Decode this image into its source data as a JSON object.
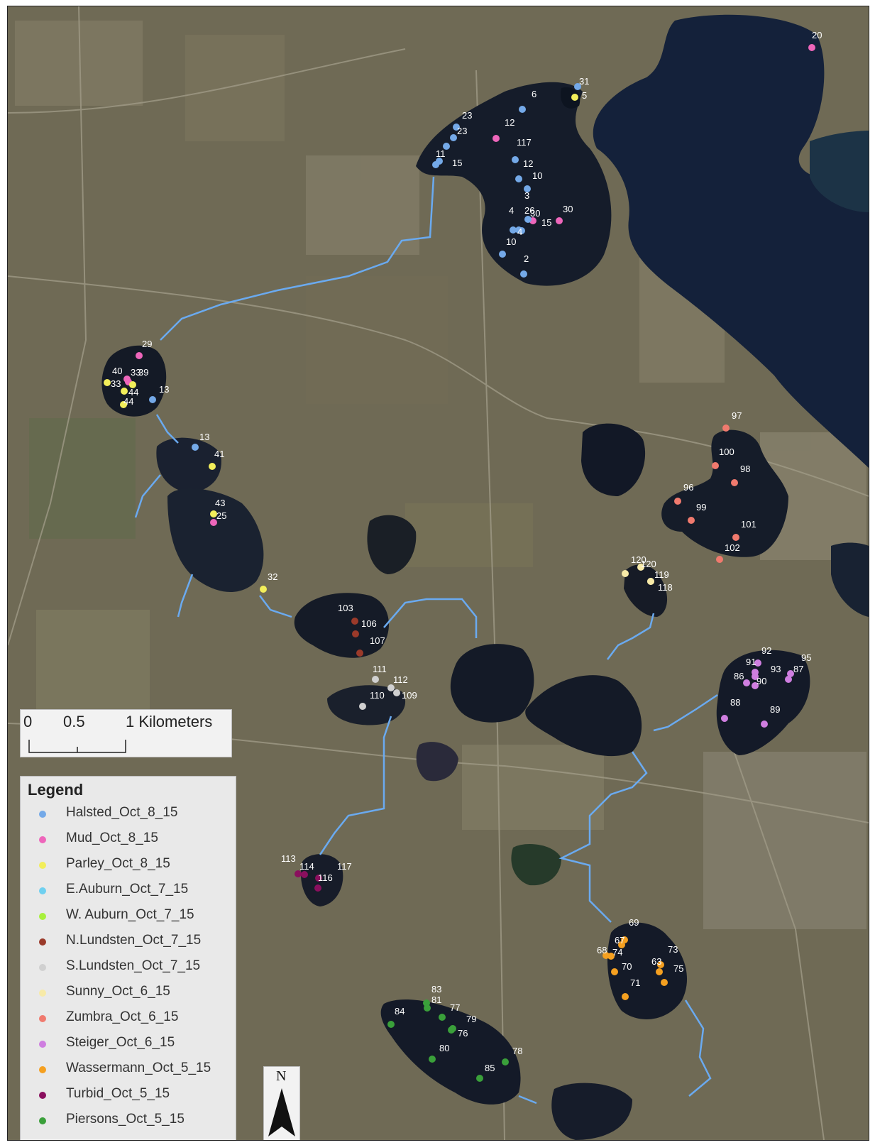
{
  "colors": {
    "halsted": "#74a9e8",
    "mud": "#ee66bb",
    "parley": "#f2ee5a",
    "eauburn": "#6fd0f0",
    "wauburn": "#a8f03c",
    "nlundsten": "#9a3a2a",
    "slundsten": "#d0d0d0",
    "sunny": "#f7eaa8",
    "zumbra": "#f07a6e",
    "steiger": "#cf7ee0",
    "wassermann": "#f5a020",
    "turbid": "#8a0f5e",
    "piersons": "#3aa03a",
    "river": "#6aaaf0"
  },
  "scale_bar": {
    "ticks": [
      "0",
      "0.5",
      "1 Kilometers"
    ]
  },
  "legend": {
    "title": "Legend",
    "items": [
      {
        "label": "Halsted_Oct_8_15",
        "color": "#74a9e8"
      },
      {
        "label": "Mud_Oct_8_15",
        "color": "#ee66bb"
      },
      {
        "label": "Parley_Oct_8_15",
        "color": "#f2ee5a"
      },
      {
        "label": "E.Auburn_Oct_7_15",
        "color": "#6fd0f0"
      },
      {
        "label": "W. Auburn_Oct_7_15",
        "color": "#a8f03c"
      },
      {
        "label": "N.Lundsten_Oct_7_15",
        "color": "#9a3a2a"
      },
      {
        "label": "S.Lundsten_Oct_7_15",
        "color": "#d0d0d0"
      },
      {
        "label": "Sunny_Oct_6_15",
        "color": "#f7eaa8"
      },
      {
        "label": "Zumbra_Oct_6_15",
        "color": "#f07a6e"
      },
      {
        "label": "Steiger_Oct_6_15",
        "color": "#cf7ee0"
      },
      {
        "label": "Wassermann_Oct_5_15",
        "color": "#f5a020"
      },
      {
        "label": "Turbid_Oct_5_15",
        "color": "#8a0f5e"
      },
      {
        "label": "Piersons_Oct_5_15",
        "color": "#3aa03a"
      }
    ]
  },
  "north_arrow": {
    "label": "N"
  },
  "point_labels": [
    "31",
    "5",
    "6",
    "23",
    "12",
    "117",
    "11",
    "15",
    "12",
    "10",
    "3",
    "4",
    "26",
    "30",
    "15",
    "4",
    "10",
    "2",
    "20",
    "29",
    "40",
    "39",
    "33",
    "44",
    "13",
    "13",
    "41",
    "43",
    "25",
    "32",
    "103",
    "106",
    "107",
    "111",
    "112",
    "110",
    "109",
    "97",
    "100",
    "98",
    "96",
    "99",
    "101",
    "102",
    "120",
    "119",
    "118",
    "92",
    "95",
    "91",
    "93",
    "87",
    "86",
    "90",
    "88",
    "89",
    "113",
    "114",
    "116",
    "117",
    "69",
    "67",
    "68",
    "74",
    "73",
    "63",
    "70",
    "75",
    "71",
    "83",
    "81",
    "77",
    "84",
    "79",
    "76",
    "80",
    "78",
    "85"
  ]
}
